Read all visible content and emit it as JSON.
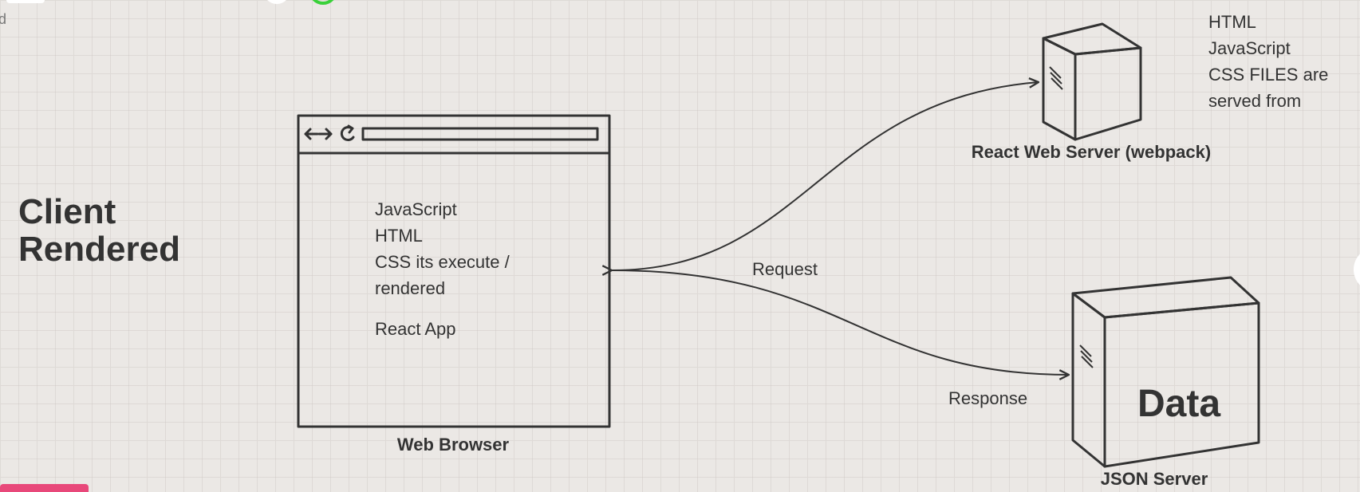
{
  "colors": {
    "background": "#ebe8e5",
    "stroke": "#333333",
    "accent_pink": "#e8487a",
    "accent_green": "#3ad13a"
  },
  "partial_left_label": "d",
  "title": {
    "line1": "Client",
    "line2": "Rendered"
  },
  "browser": {
    "label": "Web Browser",
    "content_lines": [
      "JavaScript",
      "HTML",
      "CSS its execute /",
      "rendered"
    ],
    "app_label": "React App",
    "icons": [
      "back-forward-arrows-icon",
      "reload-icon",
      "address-bar"
    ]
  },
  "web_server": {
    "label": "React Web Server (webpack)",
    "note_lines": [
      "HTML",
      "JavaScript",
      "CSS FILES are",
      "served from"
    ]
  },
  "json_server": {
    "label": "JSON Server",
    "box_text": "Data"
  },
  "arrows": {
    "request_label": "Request",
    "response_label": "Response"
  }
}
